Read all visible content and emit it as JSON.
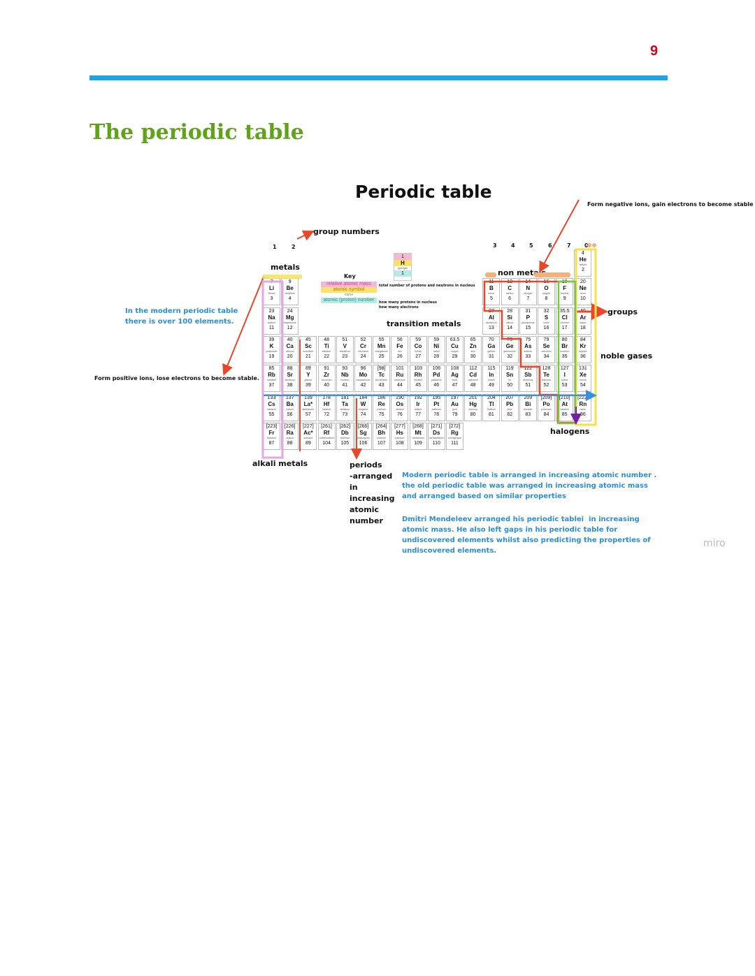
{
  "header": {
    "page_number": "9"
  },
  "section": {
    "title": "The periodic table"
  },
  "board": {
    "title": "Periodic table",
    "labels": {
      "group_numbers": "group numbers",
      "metals": "metals",
      "non_metals": "non metals",
      "transition_metals": "transition metals",
      "groups": "groups",
      "noble_gases": "noble gases",
      "halogens": "halogens",
      "alkali_metals": "alkali metals",
      "periods": "periods\n-arranged\nin\nincreasing\natomic\nnumber",
      "negative_ions": "Form negative ions, gain electrons to become stable",
      "positive_ions": "Form positive ions, lose electrons to become stable."
    },
    "notes": {
      "modern_count": "In the modern periodic table\nthere is over 100 elements.",
      "arrangement": "Modern periodic table is arranged in increasing atomic number .\nthe old periodic table was arranged in increasing atomic mass\nand arranged based on similar properties",
      "mendeleev": "Dmitri Mendeleev arranged his periodic tablei  in increasing\natomic mass. He also left gaps in his periodic table for\nundiscovered elements whilst also predicting the properties of\nundiscovered elements."
    },
    "key": {
      "title": "Key",
      "relative_atomic_mass": "relative atomic mass",
      "atomic_symbol": "atomic symbol",
      "name": "name",
      "atomic_number": "atomic (proton) number",
      "note_mass": "total number of protons and neutrons in nucleus",
      "note_protons": "how many protons in nucleus",
      "note_electrons": "how many electrons"
    },
    "group_numbers": [
      "1",
      "2",
      "3",
      "4",
      "5",
      "6",
      "7",
      "0"
    ],
    "hydrogen": {
      "mass": "1",
      "symbol": "H",
      "name": "hydrogen",
      "number": "1"
    },
    "elements": [
      {
        "mass": "4",
        "symbol": "He",
        "name": "helium",
        "number": "2",
        "col": 18,
        "row": 1
      },
      {
        "mass": "7",
        "symbol": "Li",
        "name": "lithium",
        "number": "3",
        "col": 1,
        "row": 2
      },
      {
        "mass": "9",
        "symbol": "Be",
        "name": "beryllium",
        "number": "4",
        "col": 2,
        "row": 2
      },
      {
        "mass": "11",
        "symbol": "B",
        "name": "boron",
        "number": "5",
        "col": 13,
        "row": 2
      },
      {
        "mass": "12",
        "symbol": "C",
        "name": "carbon",
        "number": "6",
        "col": 14,
        "row": 2
      },
      {
        "mass": "14",
        "symbol": "N",
        "name": "nitrogen",
        "number": "7",
        "col": 15,
        "row": 2
      },
      {
        "mass": "16",
        "symbol": "O",
        "name": "oxygen",
        "number": "8",
        "col": 16,
        "row": 2
      },
      {
        "mass": "19",
        "symbol": "F",
        "name": "fluorine",
        "number": "9",
        "col": 17,
        "row": 2
      },
      {
        "mass": "20",
        "symbol": "Ne",
        "name": "neon",
        "number": "10",
        "col": 18,
        "row": 2
      },
      {
        "mass": "23",
        "symbol": "Na",
        "name": "sodium",
        "number": "11",
        "col": 1,
        "row": 3
      },
      {
        "mass": "24",
        "symbol": "Mg",
        "name": "magnesium",
        "number": "12",
        "col": 2,
        "row": 3
      },
      {
        "mass": "27",
        "symbol": "Al",
        "name": "aluminium",
        "number": "13",
        "col": 13,
        "row": 3
      },
      {
        "mass": "28",
        "symbol": "Si",
        "name": "silicon",
        "number": "14",
        "col": 14,
        "row": 3
      },
      {
        "mass": "31",
        "symbol": "P",
        "name": "phosphorus",
        "number": "15",
        "col": 15,
        "row": 3
      },
      {
        "mass": "32",
        "symbol": "S",
        "name": "sulfur",
        "number": "16",
        "col": 16,
        "row": 3
      },
      {
        "mass": "35.5",
        "symbol": "Cl",
        "name": "chlorine",
        "number": "17",
        "col": 17,
        "row": 3
      },
      {
        "mass": "40",
        "symbol": "Ar",
        "name": "argon",
        "number": "18",
        "col": 18,
        "row": 3
      },
      {
        "mass": "39",
        "symbol": "K",
        "name": "potassium",
        "number": "19",
        "col": 1,
        "row": 4
      },
      {
        "mass": "40",
        "symbol": "Ca",
        "name": "calcium",
        "number": "20",
        "col": 2,
        "row": 4
      },
      {
        "mass": "45",
        "symbol": "Sc",
        "name": "scandium",
        "number": "21",
        "col": 3,
        "row": 4
      },
      {
        "mass": "48",
        "symbol": "Ti",
        "name": "titanium",
        "number": "22",
        "col": 4,
        "row": 4
      },
      {
        "mass": "51",
        "symbol": "V",
        "name": "vanadium",
        "number": "23",
        "col": 5,
        "row": 4
      },
      {
        "mass": "52",
        "symbol": "Cr",
        "name": "chromium",
        "number": "24",
        "col": 6,
        "row": 4
      },
      {
        "mass": "55",
        "symbol": "Mn",
        "name": "manganese",
        "number": "25",
        "col": 7,
        "row": 4
      },
      {
        "mass": "56",
        "symbol": "Fe",
        "name": "iron",
        "number": "26",
        "col": 8,
        "row": 4
      },
      {
        "mass": "59",
        "symbol": "Co",
        "name": "cobalt",
        "number": "27",
        "col": 9,
        "row": 4
      },
      {
        "mass": "59",
        "symbol": "Ni",
        "name": "nickel",
        "number": "28",
        "col": 10,
        "row": 4
      },
      {
        "mass": "63.5",
        "symbol": "Cu",
        "name": "copper",
        "number": "29",
        "col": 11,
        "row": 4
      },
      {
        "mass": "65",
        "symbol": "Zn",
        "name": "zinc",
        "number": "30",
        "col": 12,
        "row": 4
      },
      {
        "mass": "70",
        "symbol": "Ga",
        "name": "gallium",
        "number": "31",
        "col": 13,
        "row": 4
      },
      {
        "mass": "73",
        "symbol": "Ge",
        "name": "germanium",
        "number": "32",
        "col": 14,
        "row": 4
      },
      {
        "mass": "75",
        "symbol": "As",
        "name": "arsenic",
        "number": "33",
        "col": 15,
        "row": 4
      },
      {
        "mass": "79",
        "symbol": "Se",
        "name": "selenium",
        "number": "34",
        "col": 16,
        "row": 4
      },
      {
        "mass": "80",
        "symbol": "Br",
        "name": "bromine",
        "number": "35",
        "col": 17,
        "row": 4
      },
      {
        "mass": "84",
        "symbol": "Kr",
        "name": "krypton",
        "number": "36",
        "col": 18,
        "row": 4
      },
      {
        "mass": "85",
        "symbol": "Rb",
        "name": "rubidium",
        "number": "37",
        "col": 1,
        "row": 5
      },
      {
        "mass": "88",
        "symbol": "Sr",
        "name": "strontium",
        "number": "38",
        "col": 2,
        "row": 5
      },
      {
        "mass": "89",
        "symbol": "Y",
        "name": "yttrium",
        "number": "39",
        "col": 3,
        "row": 5
      },
      {
        "mass": "91",
        "symbol": "Zr",
        "name": "zirconium",
        "number": "40",
        "col": 4,
        "row": 5
      },
      {
        "mass": "93",
        "symbol": "Nb",
        "name": "niobium",
        "number": "41",
        "col": 5,
        "row": 5
      },
      {
        "mass": "96",
        "symbol": "Mo",
        "name": "molybdenum",
        "number": "42",
        "col": 6,
        "row": 5
      },
      {
        "mass": "[98]",
        "symbol": "Tc",
        "name": "technetium",
        "number": "43",
        "col": 7,
        "row": 5
      },
      {
        "mass": "101",
        "symbol": "Ru",
        "name": "ruthenium",
        "number": "44",
        "col": 8,
        "row": 5
      },
      {
        "mass": "103",
        "symbol": "Rh",
        "name": "rhodium",
        "number": "45",
        "col": 9,
        "row": 5
      },
      {
        "mass": "106",
        "symbol": "Pd",
        "name": "palladium",
        "number": "46",
        "col": 10,
        "row": 5
      },
      {
        "mass": "108",
        "symbol": "Ag",
        "name": "silver",
        "number": "47",
        "col": 11,
        "row": 5
      },
      {
        "mass": "112",
        "symbol": "Cd",
        "name": "cadmium",
        "number": "48",
        "col": 12,
        "row": 5
      },
      {
        "mass": "115",
        "symbol": "In",
        "name": "indium",
        "number": "49",
        "col": 13,
        "row": 5
      },
      {
        "mass": "119",
        "symbol": "Sn",
        "name": "tin",
        "number": "50",
        "col": 14,
        "row": 5
      },
      {
        "mass": "122",
        "symbol": "Sb",
        "name": "antimony",
        "number": "51",
        "col": 15,
        "row": 5
      },
      {
        "mass": "128",
        "symbol": "Te",
        "name": "tellurium",
        "number": "52",
        "col": 16,
        "row": 5
      },
      {
        "mass": "127",
        "symbol": "I",
        "name": "iodine",
        "number": "53",
        "col": 17,
        "row": 5
      },
      {
        "mass": "131",
        "symbol": "Xe",
        "name": "xenon",
        "number": "54",
        "col": 18,
        "row": 5
      },
      {
        "mass": "133",
        "symbol": "Cs",
        "name": "caesium",
        "number": "55",
        "col": 1,
        "row": 6
      },
      {
        "mass": "137",
        "symbol": "Ba",
        "name": "barium",
        "number": "56",
        "col": 2,
        "row": 6
      },
      {
        "mass": "139",
        "symbol": "La*",
        "name": "lanthanum",
        "number": "57",
        "col": 3,
        "row": 6
      },
      {
        "mass": "178",
        "symbol": "Hf",
        "name": "hafnium",
        "number": "72",
        "col": 4,
        "row": 6
      },
      {
        "mass": "181",
        "symbol": "Ta",
        "name": "tantalum",
        "number": "73",
        "col": 5,
        "row": 6
      },
      {
        "mass": "184",
        "symbol": "W",
        "name": "tungsten",
        "number": "74",
        "col": 6,
        "row": 6
      },
      {
        "mass": "186",
        "symbol": "Re",
        "name": "rhenium",
        "number": "75",
        "col": 7,
        "row": 6
      },
      {
        "mass": "190",
        "symbol": "Os",
        "name": "osmium",
        "number": "76",
        "col": 8,
        "row": 6
      },
      {
        "mass": "192",
        "symbol": "Ir",
        "name": "iridium",
        "number": "77",
        "col": 9,
        "row": 6
      },
      {
        "mass": "195",
        "symbol": "Pt",
        "name": "platinum",
        "number": "78",
        "col": 10,
        "row": 6
      },
      {
        "mass": "197",
        "symbol": "Au",
        "name": "gold",
        "number": "79",
        "col": 11,
        "row": 6
      },
      {
        "mass": "201",
        "symbol": "Hg",
        "name": "mercury",
        "number": "80",
        "col": 12,
        "row": 6
      },
      {
        "mass": "204",
        "symbol": "Tl",
        "name": "thallium",
        "number": "81",
        "col": 13,
        "row": 6
      },
      {
        "mass": "207",
        "symbol": "Pb",
        "name": "lead",
        "number": "82",
        "col": 14,
        "row": 6
      },
      {
        "mass": "209",
        "symbol": "Bi",
        "name": "bismuth",
        "number": "83",
        "col": 15,
        "row": 6
      },
      {
        "mass": "[209]",
        "symbol": "Po",
        "name": "polonium",
        "number": "84",
        "col": 16,
        "row": 6
      },
      {
        "mass": "[210]",
        "symbol": "At",
        "name": "astatine",
        "number": "85",
        "col": 17,
        "row": 6
      },
      {
        "mass": "[222]",
        "symbol": "Rn",
        "name": "radon",
        "number": "86",
        "col": 18,
        "row": 6
      },
      {
        "mass": "[223]",
        "symbol": "Fr",
        "name": "francium",
        "number": "87",
        "col": 1,
        "row": 7
      },
      {
        "mass": "[226]",
        "symbol": "Ra",
        "name": "radium",
        "number": "88",
        "col": 2,
        "row": 7
      },
      {
        "mass": "[227]",
        "symbol": "Ac*",
        "name": "actinium",
        "number": "89",
        "col": 3,
        "row": 7
      },
      {
        "mass": "[261]",
        "symbol": "Rf",
        "name": "rutherfordium",
        "number": "104",
        "col": 4,
        "row": 7
      },
      {
        "mass": "[262]",
        "symbol": "Db",
        "name": "dubnium",
        "number": "105",
        "col": 5,
        "row": 7
      },
      {
        "mass": "[266]",
        "symbol": "Sg",
        "name": "seaborgium",
        "number": "106",
        "col": 6,
        "row": 7
      },
      {
        "mass": "[264]",
        "symbol": "Bh",
        "name": "bohrium",
        "number": "107",
        "col": 7,
        "row": 7
      },
      {
        "mass": "[277]",
        "symbol": "Hs",
        "name": "hassium",
        "number": "108",
        "col": 8,
        "row": 7
      },
      {
        "mass": "[268]",
        "symbol": "Mt",
        "name": "meitnerium",
        "number": "109",
        "col": 9,
        "row": 7
      },
      {
        "mass": "[271]",
        "symbol": "Ds",
        "name": "darmstadtium",
        "number": "110",
        "col": 10,
        "row": 7
      },
      {
        "mass": "[272]",
        "symbol": "Rg",
        "name": "roentgenium",
        "number": "111",
        "col": 11,
        "row": 7
      }
    ],
    "colors": {
      "accent_blue": "#1ea3e6",
      "title_green": "#5fa319",
      "page_red": "#d0021b",
      "annotation_red": "#e8472a",
      "alkali_pink": "#e7a6e3",
      "noble_yellow": "#f3e24a",
      "halogen_green": "#7ac943",
      "period_blue": "#3b8fe0"
    },
    "watermark": "miro"
  }
}
